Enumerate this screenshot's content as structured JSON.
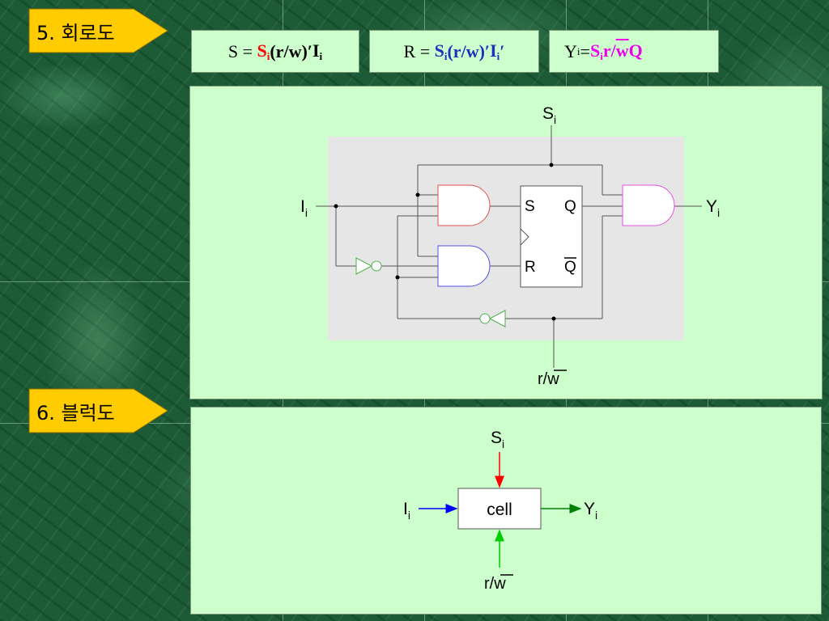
{
  "sections": {
    "circuit": {
      "label": "5. 회로도"
    },
    "block": {
      "label": "6. 블럭도"
    }
  },
  "formulas": {
    "s": {
      "lhs": "S = ",
      "s": "S",
      "s_sub": "i",
      "mid": " (r/w)′",
      "i": "I",
      "i_sub": "i",
      "tail": ""
    },
    "r": {
      "lhs": "R = ",
      "s": "S",
      "s_sub": "i",
      "mid": " (r/w)′",
      "i": "I",
      "i_sub": "i",
      "tail": "′"
    },
    "y": {
      "lhs": "Y",
      "lhs_sub": "i",
      "eq": " = ",
      "s": "S",
      "s_sub": "i",
      "mid": "r/",
      "w": "w",
      "q": "Q"
    }
  },
  "circuit": {
    "select_label": "S",
    "select_sub": "i",
    "input_label": "I",
    "input_sub": "i",
    "output_label": "Y",
    "output_sub": "i",
    "rw_label": "r/",
    "rw_w": "w",
    "ff_s": "S",
    "ff_q": "Q",
    "ff_r": "R",
    "ff_qbar": "Q"
  },
  "block": {
    "cell_label": "cell",
    "select_label": "S",
    "select_sub": "i",
    "input_label": "I",
    "input_sub": "i",
    "output_label": "Y",
    "output_sub": "i",
    "rw_label": "r/",
    "rw_w": "w"
  },
  "colors": {
    "tag_fill": "#ffcc00",
    "panel_bg": "#ccffcc",
    "gray_area": "#e6e6e6",
    "and_top": "#e05050",
    "and_bottom": "#5050e0",
    "and_out": "#e050e0",
    "buffer": "#50b050",
    "arrow_select": "#ff0000",
    "arrow_input": "#0000ff",
    "arrow_output": "#008000",
    "arrow_rw": "#00cc00"
  }
}
